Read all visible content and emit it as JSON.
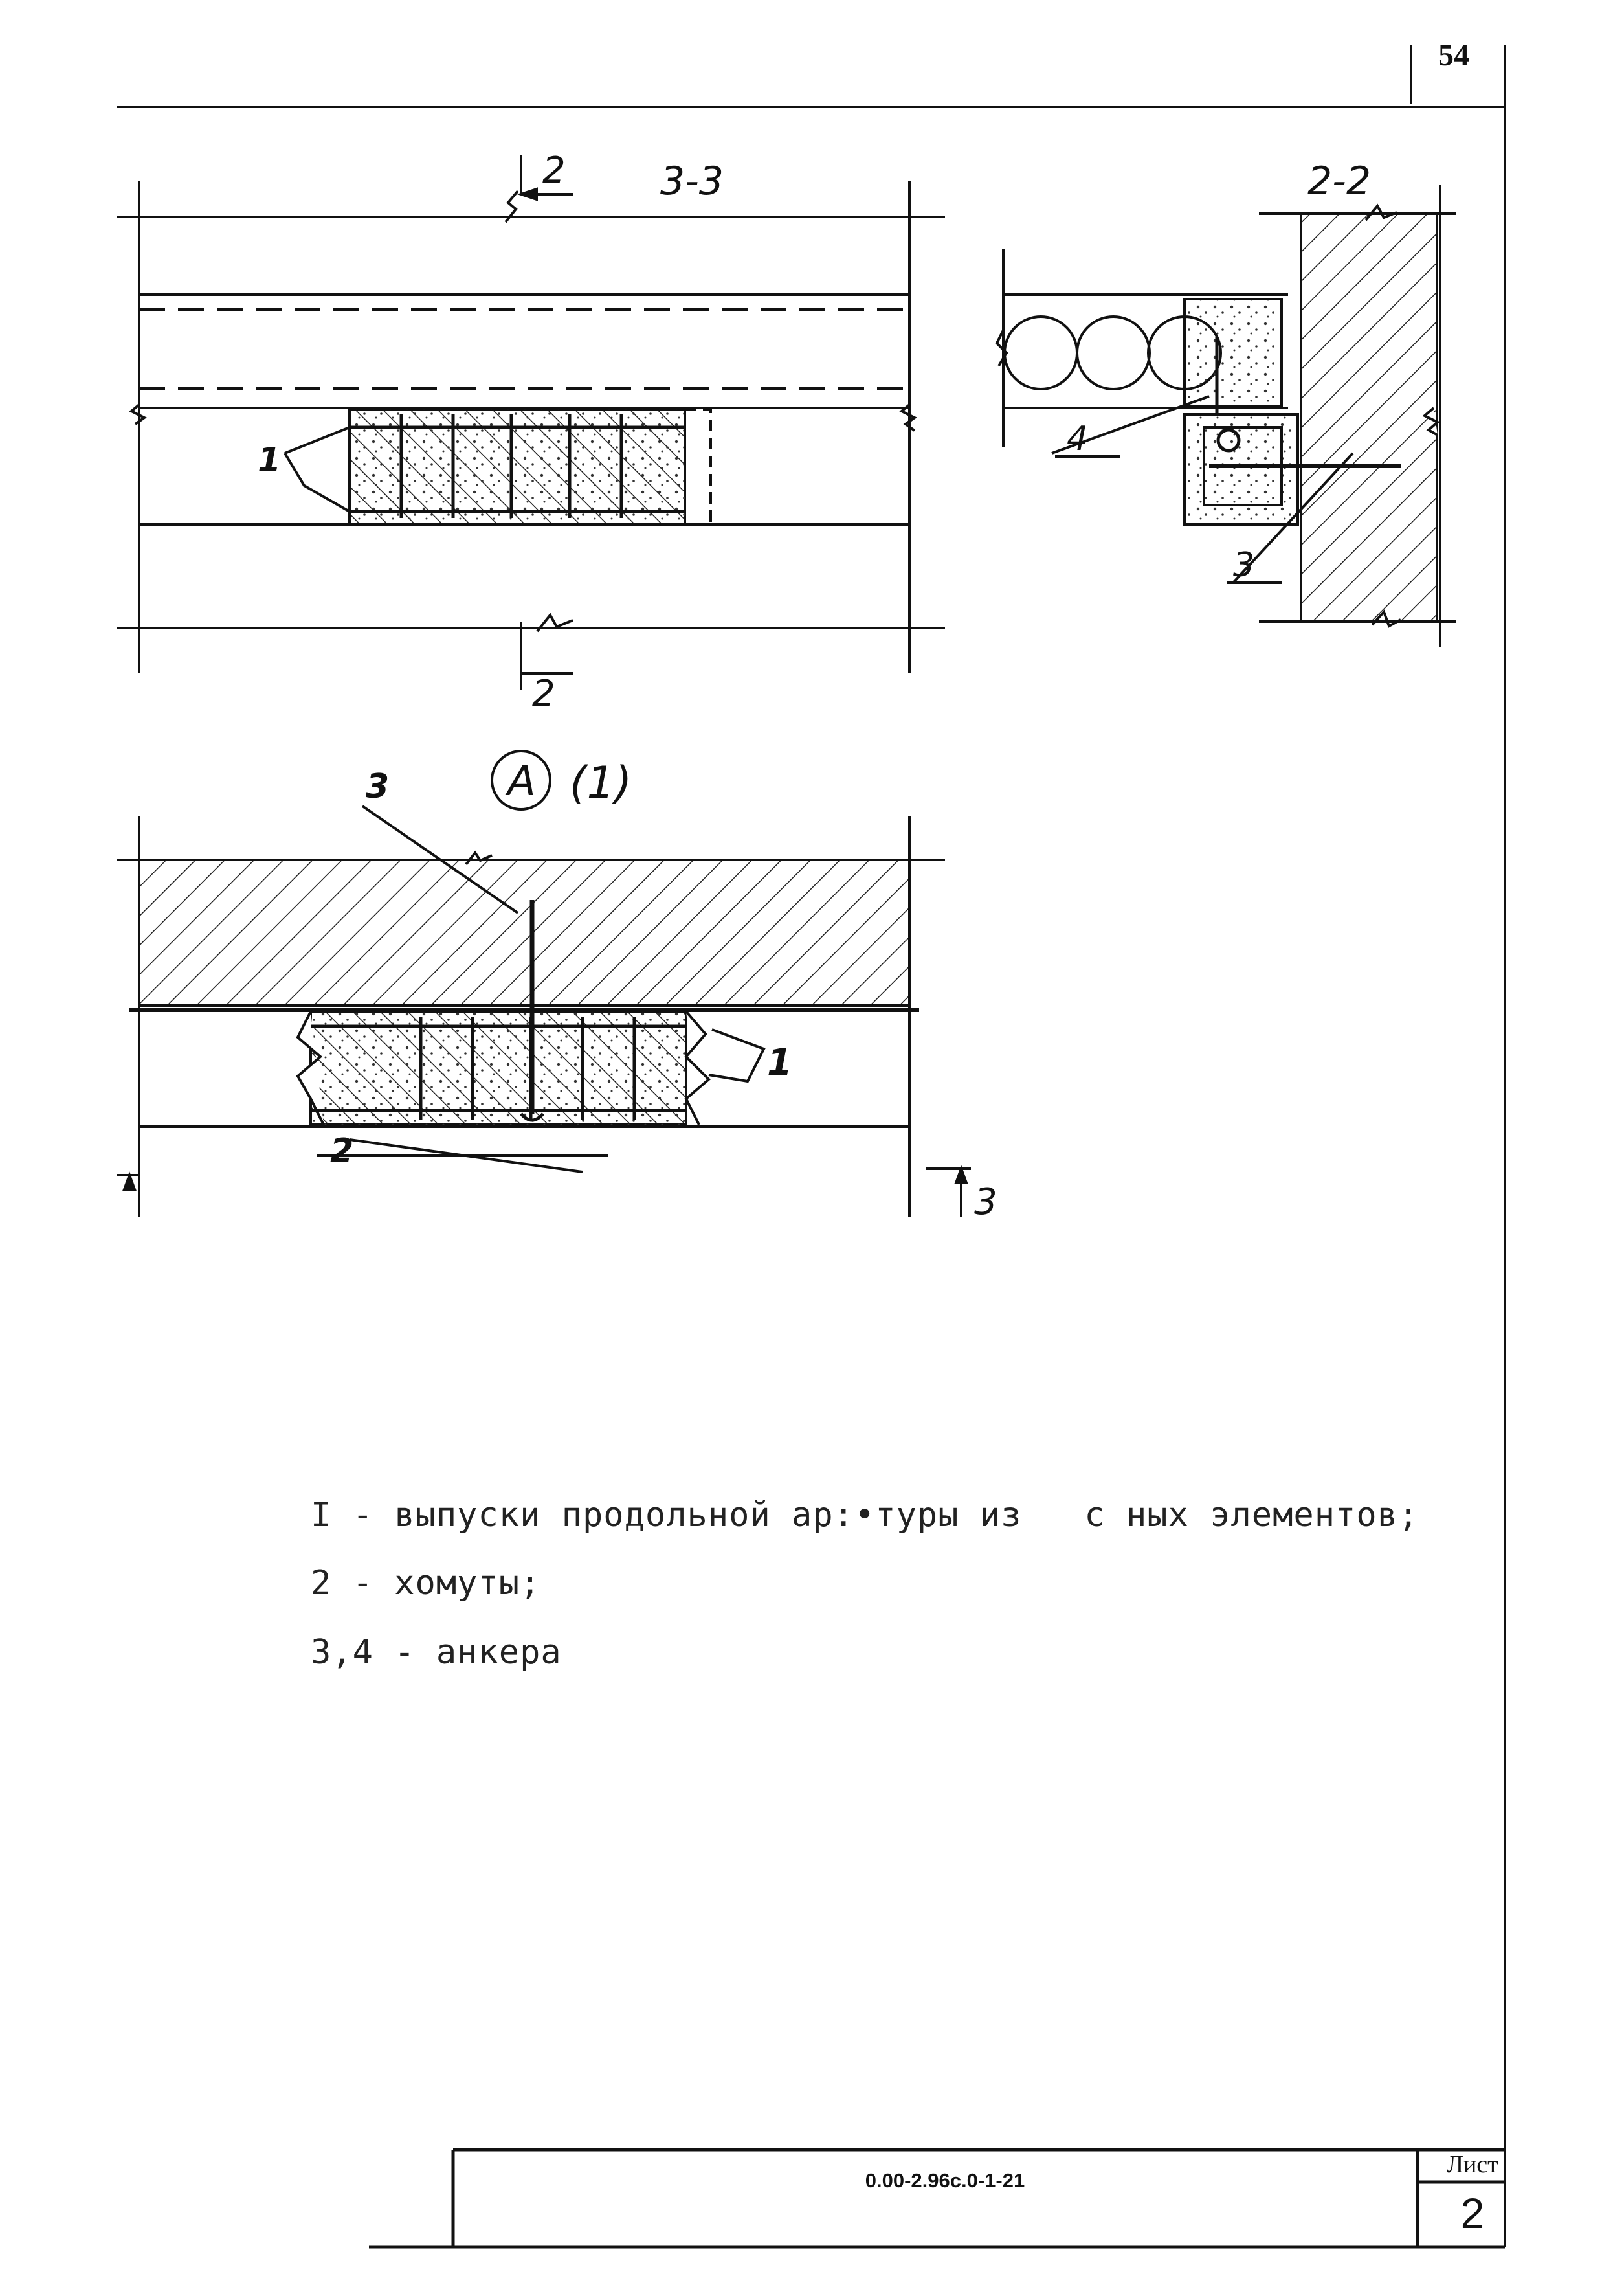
{
  "page_number": "54",
  "views": {
    "section_3_3": {
      "title": "3-3",
      "cut_mark_top": "2",
      "cut_mark_bottom": "2",
      "callout": "1"
    },
    "section_2_2": {
      "title": "2-2",
      "callout_anchor_4": "4",
      "callout_anchor_3": "3"
    },
    "detail_a": {
      "letter": "A",
      "sheet_ref": "(1)",
      "callout_3": "3",
      "callout_1": "1",
      "callout_2": "2",
      "section_mark": "3"
    }
  },
  "legend": {
    "line1": "I - выпуски продольной ар:•туры из   с ных элементов;",
    "line2": "2 - хомуты;",
    "line3": "3,4 - анкера"
  },
  "title_block": {
    "document_code": "0.00-2.96с.0-1-21",
    "sheet_label": "Лист",
    "sheet_number": "2"
  }
}
